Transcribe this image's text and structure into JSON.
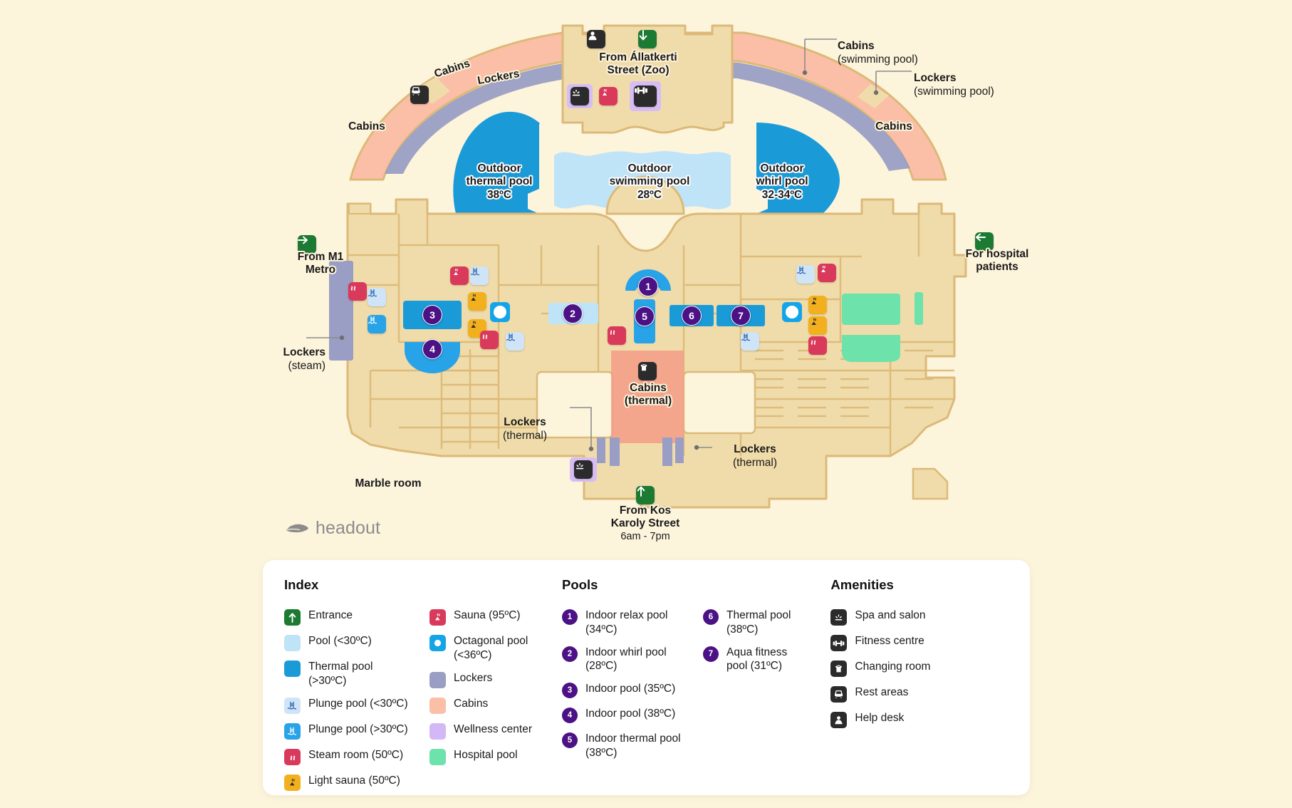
{
  "brand": {
    "name": "headout"
  },
  "map": {
    "entrances": [
      {
        "id": "north",
        "label": "From Állatkerti\nStreet (Zoo)",
        "icon": "arrow-down-icon"
      },
      {
        "id": "west",
        "label": "From M1\nMetro",
        "icon": "arrow-right-icon"
      },
      {
        "id": "east",
        "label": "For hospital\npatients",
        "icon": "arrow-left-icon"
      },
      {
        "id": "south",
        "label": "From Kos\nKaroly Street",
        "hours": "6am - 7pm",
        "icon": "arrow-up-icon"
      }
    ],
    "pools": [
      {
        "id": "outdoor-thermal",
        "label": "Outdoor\nthermal pool\n38ºC"
      },
      {
        "id": "outdoor-swimming",
        "label": "Outdoor\nswimming pool\n28ºC"
      },
      {
        "id": "outdoor-whirl",
        "label": "Outdoor\nwhirl pool\n32-34ºC"
      }
    ],
    "area_labels": [
      {
        "id": "cabins-arc-left-upper",
        "label": "Cabins"
      },
      {
        "id": "lockers-arc-left",
        "label": "Lockers"
      },
      {
        "id": "cabins-arc-left-lower",
        "label": "Cabins"
      },
      {
        "id": "cabins-arc-right-lower",
        "label": "Cabins"
      },
      {
        "id": "marble-room",
        "label": "Marble room"
      },
      {
        "id": "cabins-thermal",
        "label": "Cabins\n(thermal)"
      }
    ],
    "leader_labels": [
      {
        "id": "cabins-swimming-pool",
        "title": "Cabins",
        "sub": "(swimming pool)"
      },
      {
        "id": "lockers-swimming-pool",
        "title": "Lockers",
        "sub": "(swimming pool)"
      },
      {
        "id": "lockers-steam",
        "title": "Lockers",
        "sub": "(steam)"
      },
      {
        "id": "lockers-thermal-left",
        "title": "Lockers",
        "sub": "(thermal)"
      },
      {
        "id": "lockers-thermal-right",
        "title": "Lockers",
        "sub": "(thermal)"
      }
    ],
    "pins": [
      "1",
      "2",
      "3",
      "4",
      "5",
      "6",
      "7"
    ]
  },
  "legend": {
    "index": {
      "title": "Index",
      "col1": [
        {
          "icon": "entrance-icon",
          "label": "Entrance",
          "color": "#1c7a32"
        },
        {
          "icon": "pool-cold-swatch",
          "label": "Pool (<30ºC)",
          "color": "#bfe3f7"
        },
        {
          "icon": "pool-warm-swatch",
          "label": "Thermal pool (>30ºC)",
          "color": "#1a9bd8"
        },
        {
          "icon": "plunge-cold-icon",
          "label": "Plunge pool (<30ºC)",
          "color": "#cfe5f7"
        },
        {
          "icon": "plunge-warm-icon",
          "label": "Plunge pool (>30ºC)",
          "color": "#29a3e8"
        },
        {
          "icon": "steam-room-icon",
          "label": "Steam room (50ºC)",
          "color": "#d93a5b"
        },
        {
          "icon": "light-sauna-icon",
          "label": "Light sauna (50ºC)",
          "color": "#f2b01e"
        }
      ],
      "col2": [
        {
          "icon": "sauna-icon",
          "label": "Sauna (95ºC)",
          "color": "#d93a5b"
        },
        {
          "icon": "octagonal-pool-icon",
          "label": "Octagonal pool\n(<36ºC)",
          "color": "#14a4e8"
        },
        {
          "icon": "lockers-swatch",
          "label": "Lockers",
          "color": "#9a9ec4"
        },
        {
          "icon": "cabins-swatch",
          "label": "Cabins",
          "color": "#fbbfa7"
        },
        {
          "icon": "wellness-swatch",
          "label": "Wellness center",
          "color": "#d3b7f7"
        },
        {
          "icon": "hospital-swatch",
          "label": "Hospital pool",
          "color": "#6ee2ab"
        }
      ]
    },
    "pools": {
      "title": "Pools",
      "col1": [
        {
          "num": "1",
          "label": "Indoor relax pool\n(34ºC)"
        },
        {
          "num": "2",
          "label": "Indoor whirl pool\n(28ºC)"
        },
        {
          "num": "3",
          "label": "Indoor pool (35ºC)"
        },
        {
          "num": "4",
          "label": "Indoor pool (38ºC)"
        },
        {
          "num": "5",
          "label": "Indoor thermal pool\n(38ºC)"
        }
      ],
      "col2": [
        {
          "num": "6",
          "label": "Thermal pool\n(38ºC)"
        },
        {
          "num": "7",
          "label": "Aqua fitness\npool (31ºC)"
        }
      ]
    },
    "amenities": {
      "title": "Amenities",
      "items": [
        {
          "icon": "spa-salon-icon",
          "label": "Spa and salon"
        },
        {
          "icon": "fitness-icon",
          "label": "Fitness centre"
        },
        {
          "icon": "changing-room-icon",
          "label": "Changing room"
        },
        {
          "icon": "rest-area-icon",
          "label": "Rest areas"
        },
        {
          "icon": "help-desk-icon",
          "label": "Help desk"
        }
      ]
    }
  },
  "colors": {
    "background": "#fdf4dc",
    "building": "#f0dcaa",
    "building_stroke": "#dcb978",
    "pool_cold": "#bfe3f7",
    "pool_warm": "#1a9bd8",
    "cabins": "#fbbfa7",
    "lockers": "#9a9ec4",
    "wellness": "#d3b7f7",
    "hospital": "#6ee2ab",
    "pin": "#4b1185"
  }
}
